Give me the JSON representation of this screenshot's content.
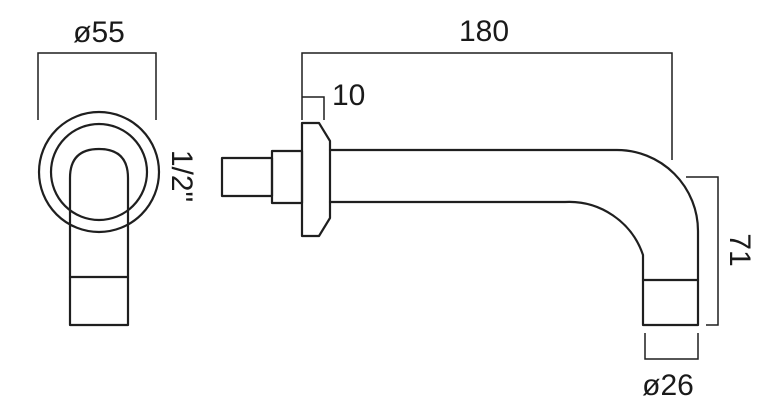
{
  "dimensions": {
    "flange_diameter": "ø55",
    "spout_length": "180",
    "flange_thickness": "10",
    "thread_size": "1/2\"",
    "drop_height": "71",
    "outlet_diameter": "ø26"
  }
}
